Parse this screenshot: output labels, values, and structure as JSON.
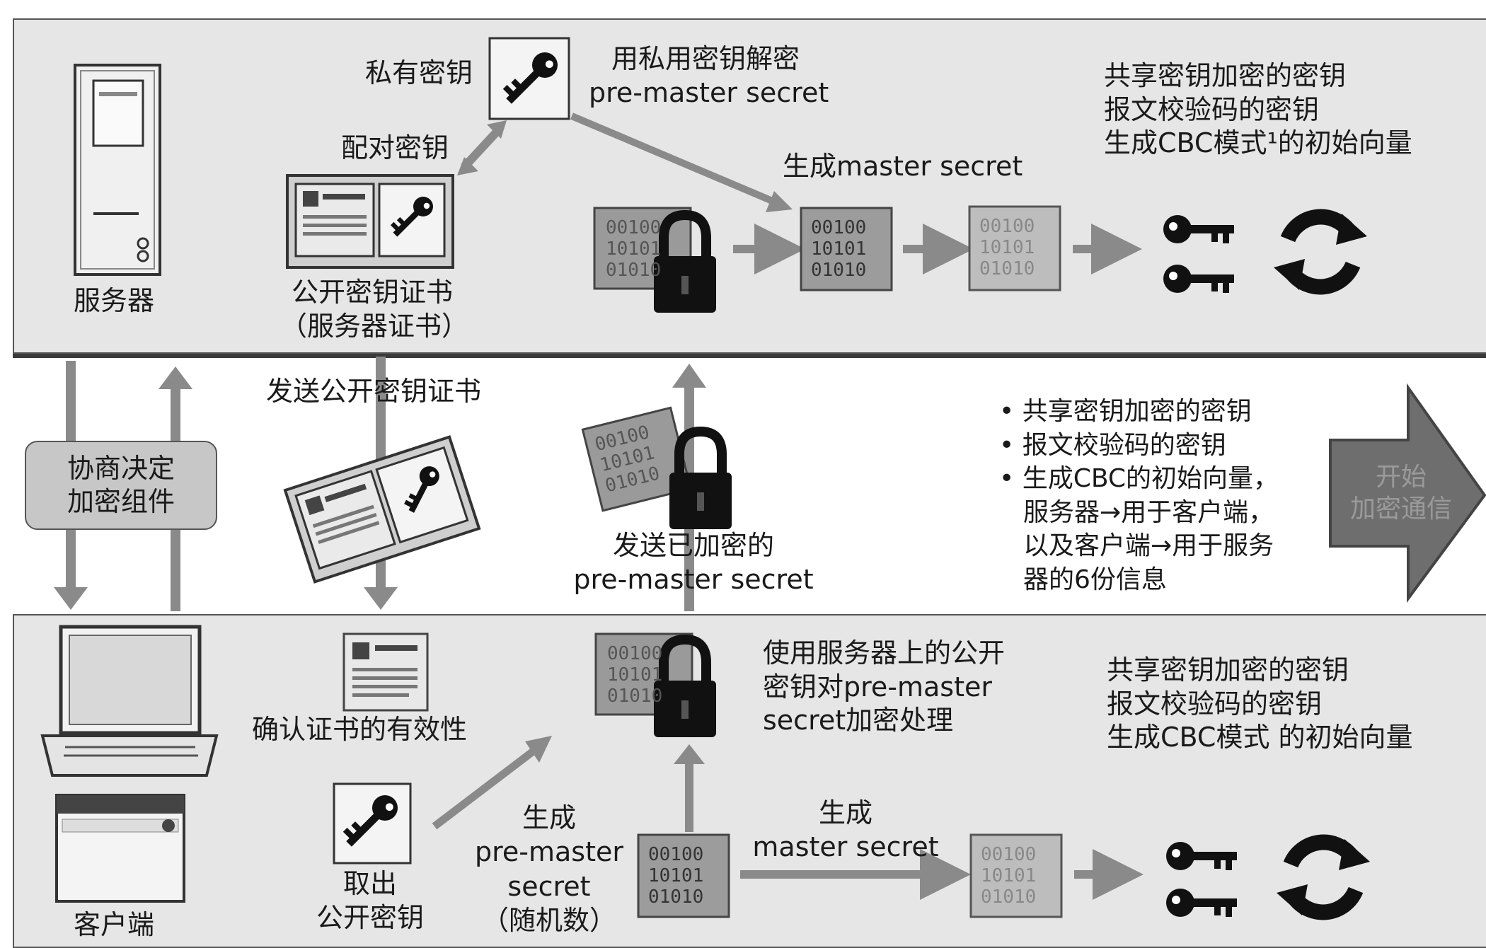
{
  "server": {
    "label": "服务器",
    "private_key_label": "私有密钥",
    "paired_key_label": "配对密钥",
    "cert_label_line1": "公开密钥证书",
    "cert_label_line2": "（服务器证书）",
    "decrypt_line1": "用私用密钥解密",
    "decrypt_line2": "pre-master secret",
    "generate_master": "生成master secret",
    "keys_line1": "共享密钥加密的密钥",
    "keys_line2": "报文校验码的密钥",
    "keys_line3": "生成CBC模式¹的初始向量"
  },
  "middle": {
    "negotiate_line1": "协商决定",
    "negotiate_line2": "加密组件",
    "send_cert": "发送公开密钥证书",
    "send_encrypted_line1": "发送已加密的",
    "send_encrypted_line2": "pre-master secret",
    "bullets": [
      "共享密钥加密的密钥",
      "报文校验码的密钥",
      "生成CBC的初始向量，"
    ],
    "bullet_cont_line1": "服务器→用于客户端，",
    "bullet_cont_line2": "以及客户端→用于服务",
    "bullet_cont_line3": "器的6份信息",
    "start_encrypt_line1": "开始",
    "start_encrypt_line2": "加密通信"
  },
  "client": {
    "label": "客户端",
    "verify_cert": "确认证书的有效性",
    "take_key_line1": "取出",
    "take_key_line2": "公开密钥",
    "gen_pre_line1": "生成",
    "gen_pre_line2": "pre-master",
    "gen_pre_line3": "secret",
    "gen_pre_line4": "（随机数）",
    "encrypt_line1": "使用服务器上的公开",
    "encrypt_line2": "密钥对pre-master",
    "encrypt_line3": "secret加密处理",
    "gen_master_line1": "生成",
    "gen_master_line2": "master secret",
    "keys_line1": "共享密钥加密的密钥",
    "keys_line2": "报文校验码的密钥",
    "keys_line3": "生成CBC模式 的初始向量"
  },
  "binary": {
    "row1": "00100",
    "row2": "10101",
    "row3": "01010"
  }
}
